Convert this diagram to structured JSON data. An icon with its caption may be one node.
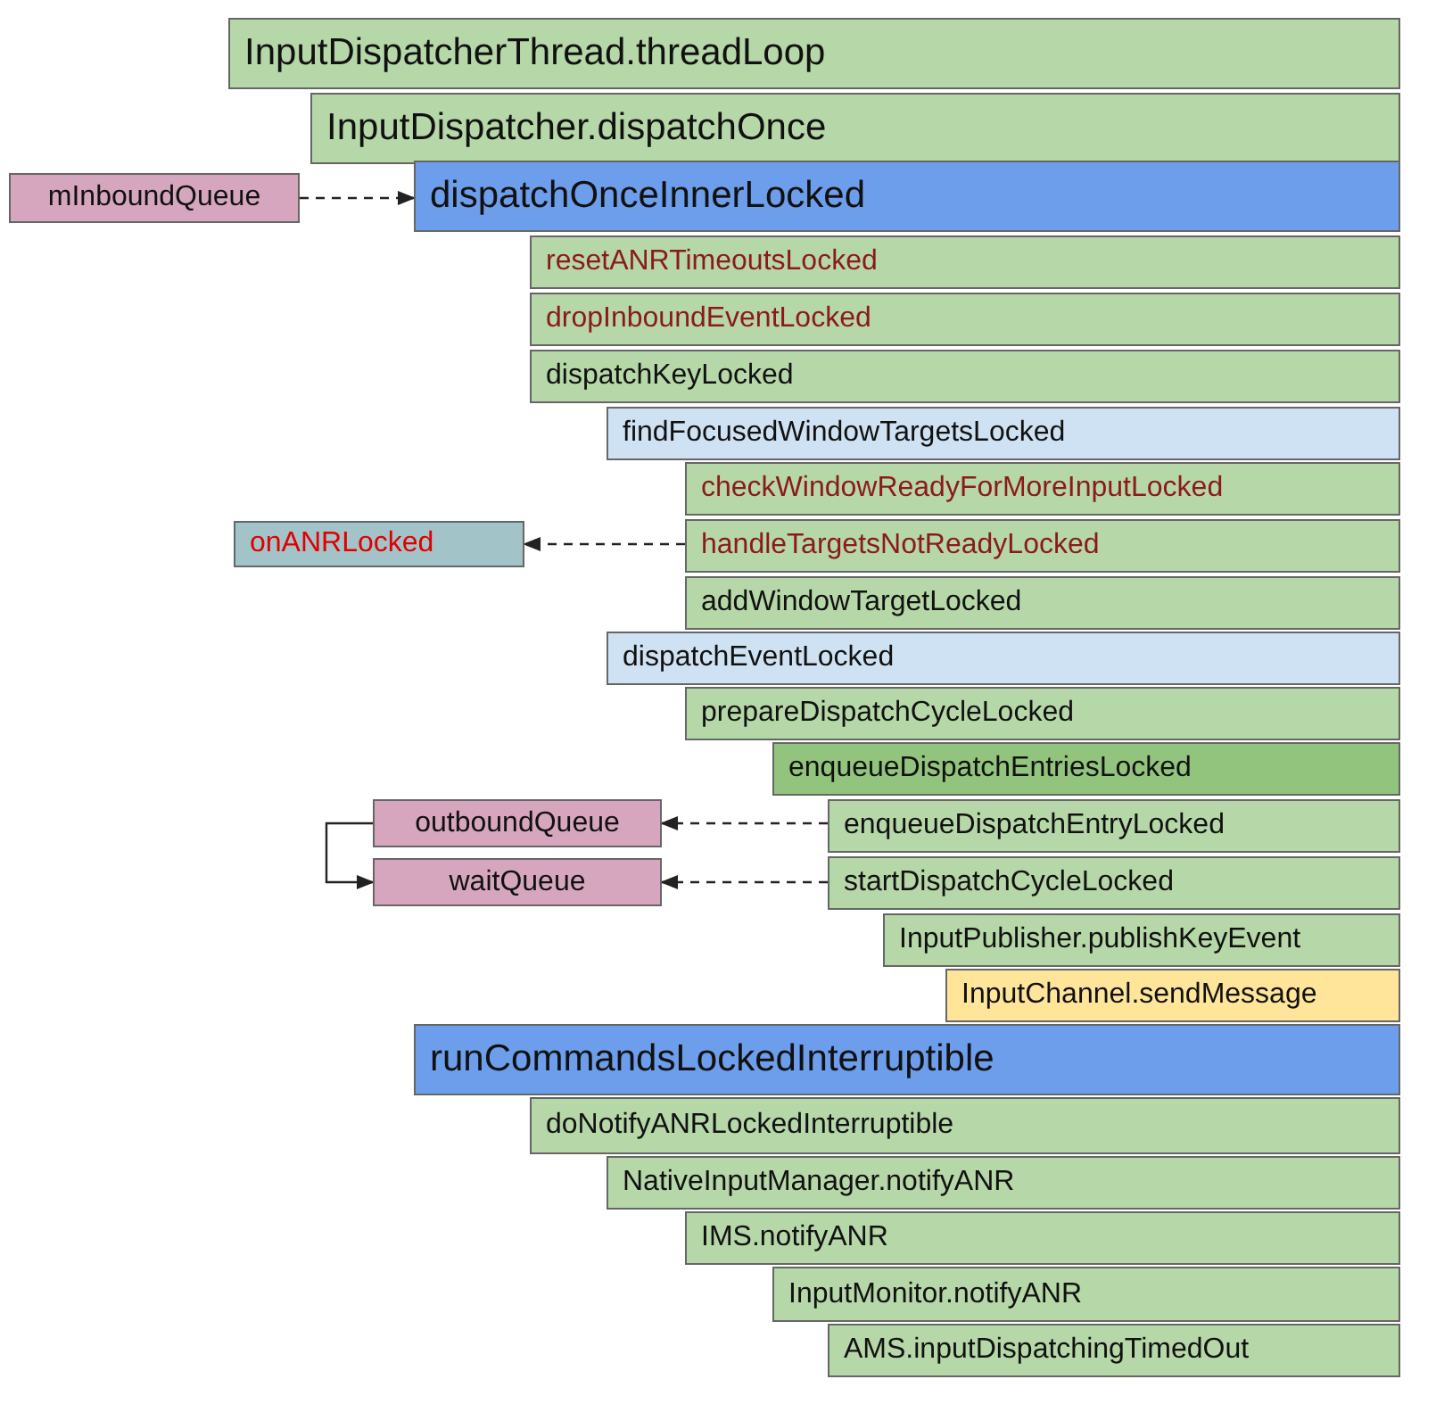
{
  "diagram": {
    "nodes": [
      {
        "text": [
          "InputDispatcherThread.threadLoop"
        ]
      },
      {
        "text": [
          "InputDispatcher.dispatchOnce"
        ]
      },
      {
        "text": [
          "mInboundQueue"
        ]
      },
      {
        "text": [
          "dispatchOnceInnerLocked"
        ]
      },
      {
        "text": [
          "resetANRTimeoutsLocked"
        ]
      },
      {
        "text": [
          "dropInboundEventLocked"
        ]
      },
      {
        "text": [
          "dispatchKeyLocked"
        ]
      },
      {
        "text": [
          "findFocusedWindowTargetsLocked"
        ]
      },
      {
        "text": [
          "checkWindowReadyForMoreInputLocked"
        ]
      },
      {
        "text": [
          "onANRLocked"
        ]
      },
      {
        "text": [
          "handleTargetsNotReadyLocked"
        ]
      },
      {
        "text": [
          "addWindowTargetLocked"
        ]
      },
      {
        "text": [
          "dispatchEventLocked"
        ]
      },
      {
        "text": [
          "prepareDispatchCycleLocked"
        ]
      },
      {
        "text": [
          "enqueueDispatchEntriesLocked"
        ]
      },
      {
        "text": [
          "outboundQueue"
        ]
      },
      {
        "text": [
          "enqueueDispatchEntryLocked"
        ]
      },
      {
        "text": [
          "waitQueue"
        ]
      },
      {
        "text": [
          "startDispatchCycleLocked"
        ]
      },
      {
        "text": [
          "InputPublisher.publishKeyEvent"
        ]
      },
      {
        "text": [
          "InputChannel.sendMessage"
        ]
      },
      {
        "text": [
          "runCommandsLockedInterruptible"
        ]
      },
      {
        "text": [
          "doNotifyANRLockedInterruptible"
        ]
      },
      {
        "text": [
          "NativeInputManager.notifyANR"
        ]
      },
      {
        "text": [
          "IMS.notifyANR"
        ]
      },
      {
        "text": [
          "InputMonitor.notifyANR"
        ]
      },
      {
        "text": [
          "AMS.inputDispatchingTimedOut"
        ]
      }
    ],
    "edges": [
      {
        "from": 2,
        "to": 3,
        "arrow": "to",
        "style": "dashed"
      },
      {
        "from": 10,
        "to": 9,
        "arrow": "to",
        "style": "dashed"
      },
      {
        "from": 16,
        "to": 15,
        "arrow": "to",
        "style": "dashed"
      },
      {
        "from": 18,
        "to": 17,
        "arrow": "to",
        "style": "dashed"
      },
      {
        "from": 15,
        "to": 17,
        "arrow": "to"
      }
    ]
  }
}
